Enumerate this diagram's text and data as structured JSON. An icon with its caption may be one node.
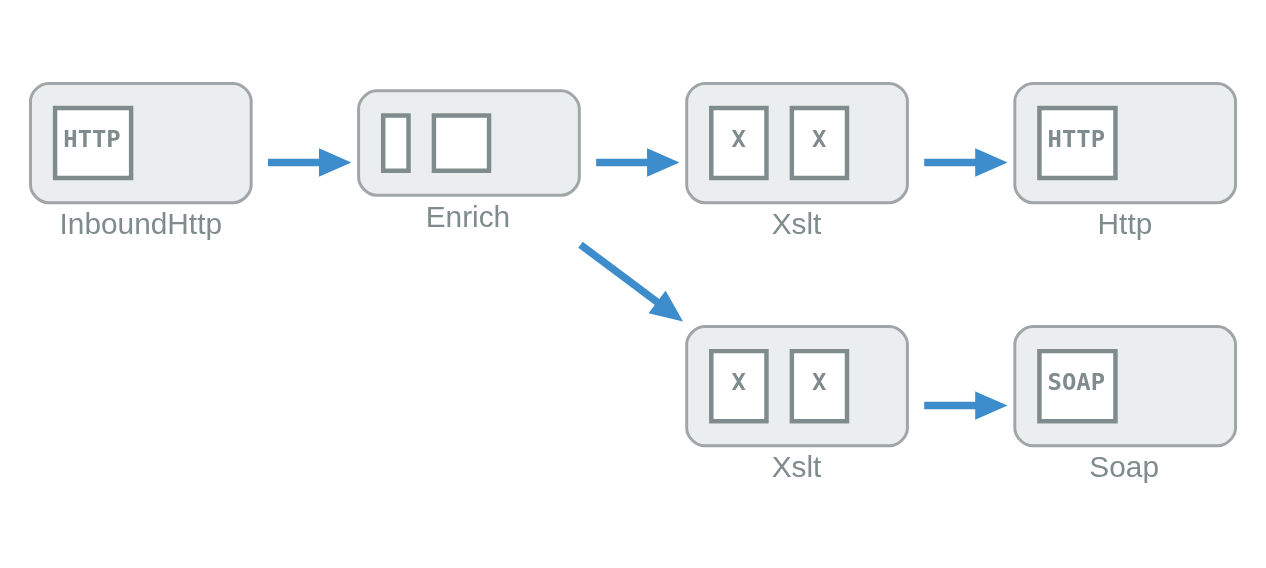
{
  "diagram": {
    "nodes": [
      {
        "text": [
          "HTTP",
          "InboundHttp"
        ]
      },
      {
        "text": [
          "Enrich"
        ]
      },
      {
        "text": [
          "X",
          "X",
          "Xslt"
        ]
      },
      {
        "text": [
          "HTTP",
          "Http"
        ]
      },
      {
        "text": [
          "X",
          "X",
          "Xslt"
        ]
      },
      {
        "text": [
          "SOAP",
          "Soap"
        ]
      }
    ],
    "edges": [
      {
        "from": 0,
        "to": 1,
        "arrow": "to"
      },
      {
        "from": 1,
        "to": 2,
        "arrow": "to"
      },
      {
        "from": 2,
        "to": 3,
        "arrow": "to"
      },
      {
        "from": 1,
        "to": 4,
        "arrow": "to"
      },
      {
        "from": 4,
        "to": 5,
        "arrow": "to"
      }
    ]
  }
}
